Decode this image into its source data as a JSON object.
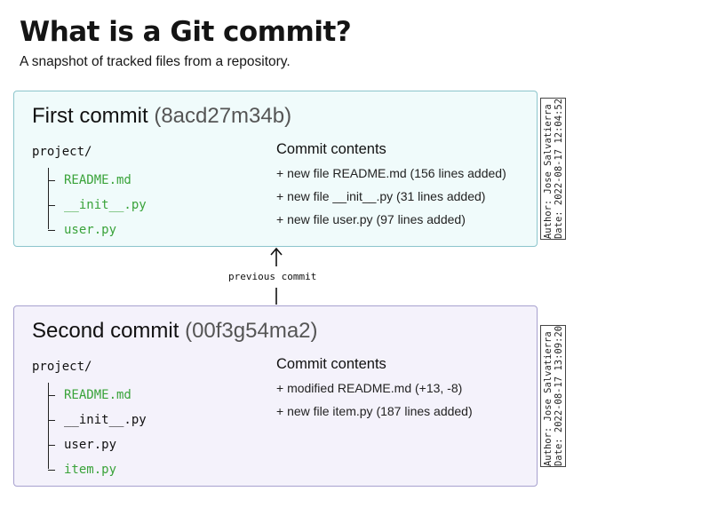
{
  "header": {
    "title": "What is a Git commit?",
    "subtitle": "A snapshot of tracked files from a repository."
  },
  "commits": [
    {
      "name": "First commit",
      "hash": "(8acd27m34b)",
      "bg_color": "#f0fbfb",
      "border_color": "#8cc5cc",
      "root": "project/",
      "files": [
        {
          "name": "README.md",
          "color": "#3aa33a"
        },
        {
          "name": "__init__.py",
          "color": "#3aa33a"
        },
        {
          "name": "user.py",
          "color": "#3aa33a"
        }
      ],
      "contents_heading": "Commit contents",
      "changes": [
        "+ new file README.md (156 lines added)",
        "+ new file __init__.py (31 lines added)",
        "+ new file user.py (97 lines added)"
      ],
      "meta": {
        "author": "Author: Jose Salvatierra",
        "date": "Date: 2022-08-17 12:04:52"
      }
    },
    {
      "name": "Second commit",
      "hash": "(00f3g54ma2)",
      "bg_color": "#f4f2fb",
      "border_color": "#a7a1cf",
      "root": "project/",
      "files": [
        {
          "name": "README.md",
          "color": "#3aa33a"
        },
        {
          "name": "__init__.py",
          "color": "#111111"
        },
        {
          "name": "user.py",
          "color": "#111111"
        },
        {
          "name": "item.py",
          "color": "#3aa33a"
        }
      ],
      "contents_heading": "Commit contents",
      "changes": [
        "+ modified README.md (+13, -8)",
        "+ new file item.py (187 lines added)"
      ],
      "meta": {
        "author": "Author: Jose Salvatierra",
        "date": "Date: 2022-08-17 13:09:20"
      }
    }
  ],
  "connector": {
    "label": "previous commit"
  }
}
